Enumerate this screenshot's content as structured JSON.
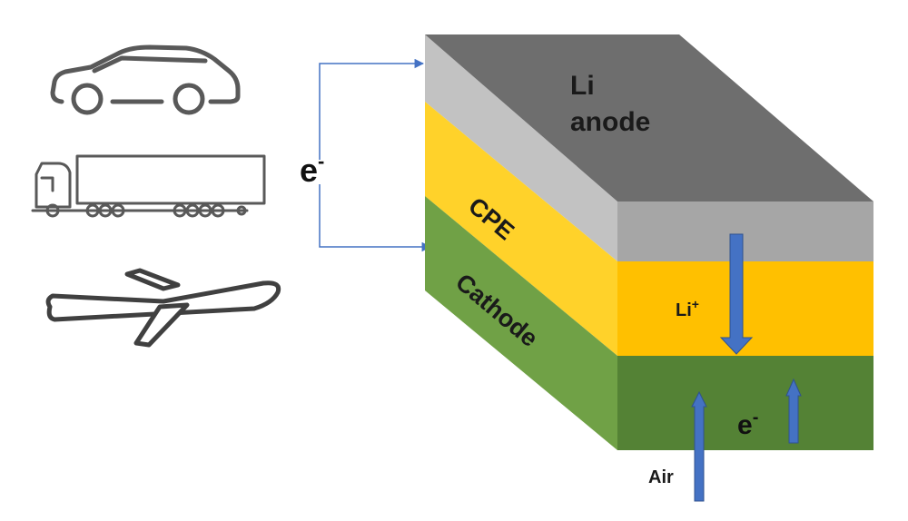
{
  "labels": {
    "anode_line1": "Li",
    "anode_line2": "anode",
    "cpe": "CPE",
    "cathode": "Cathode",
    "li_ion_base": "Li",
    "li_ion_sup": "+",
    "electron_left_base": "e",
    "electron_left_sup": "-",
    "electron_right_base": "e",
    "electron_right_sup": "-",
    "air": "Air"
  },
  "icons": [
    "car-icon",
    "truck-icon",
    "airplane-icon"
  ],
  "colors": {
    "anode_top": "#6e6e6e",
    "anode_front": "#a6a6a6",
    "anode_side": "#c2c2c2",
    "cpe_front": "#ffc000",
    "cpe_side": "#ffd22a",
    "cathode_front": "#548235",
    "cathode_side": "#70a146",
    "arrow_blue": "#4472c4",
    "wire_blue": "#4472c4",
    "icon_gray": "#595959"
  }
}
